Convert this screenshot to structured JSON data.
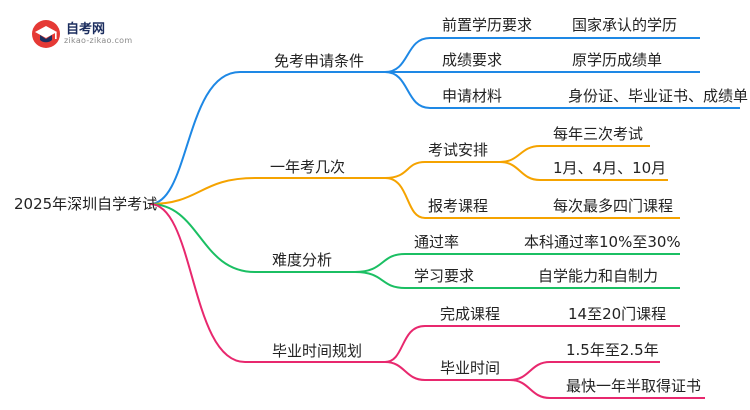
{
  "logo": {
    "title": "自考网",
    "subtitle": "zikao-zikao.com"
  },
  "root": "2025年深圳自学考试",
  "colors": {
    "blue": "#1e88e5",
    "orange": "#f5a300",
    "green": "#1bbf63",
    "pink": "#e8286e",
    "logo_red": "#e53935",
    "logo_navy": "#1b2d5e"
  },
  "branches": [
    {
      "label": "免考申请条件",
      "color": "blue",
      "children": [
        {
          "label": "前置学历要求",
          "leaf": "国家承认的学历"
        },
        {
          "label": "成绩要求",
          "leaf": "原学历成绩单"
        },
        {
          "label": "申请材料",
          "leaf": "身份证、毕业证书、成绩单"
        }
      ]
    },
    {
      "label": "一年考几次",
      "color": "orange",
      "children": [
        {
          "label": "考试安排",
          "leaves": [
            "每年三次考试",
            "1月、4月、10月"
          ]
        },
        {
          "label": "报考课程",
          "leaf": "每次最多四门课程"
        }
      ]
    },
    {
      "label": "难度分析",
      "color": "green",
      "children": [
        {
          "label": "通过率",
          "leaf": "本科通过率10%至30%"
        },
        {
          "label": "学习要求",
          "leaf": "自学能力和自制力"
        }
      ]
    },
    {
      "label": "毕业时间规划",
      "color": "pink",
      "children": [
        {
          "label": "完成课程",
          "leaf": "14至20门课程"
        },
        {
          "label": "毕业时间",
          "leaves": [
            "1.5年至2.5年",
            "最快一年半取得证书"
          ]
        }
      ]
    }
  ]
}
